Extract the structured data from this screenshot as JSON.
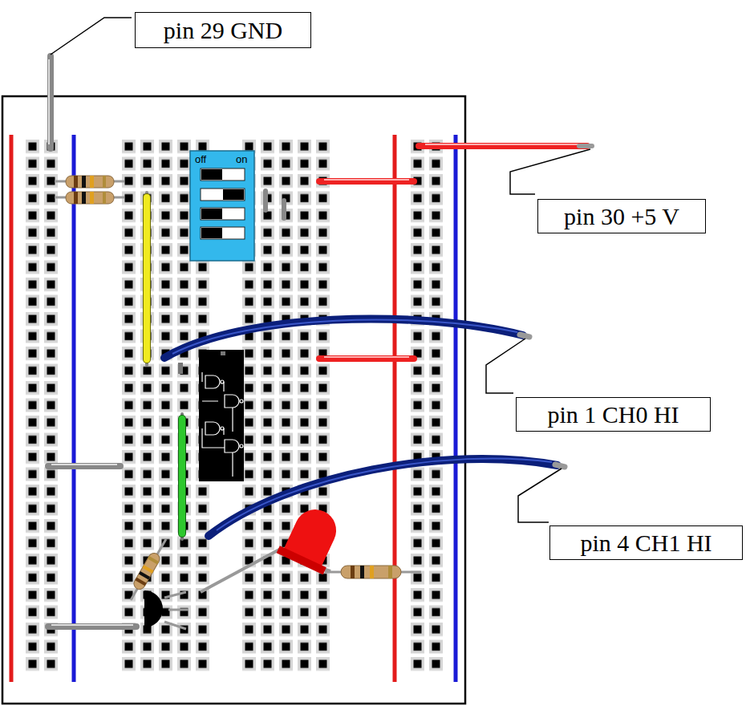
{
  "diagram": {
    "nodes": [
      {
        "text": [
          "pin 29 GND"
        ]
      },
      {
        "text": [
          "pin 30 +5 V"
        ]
      },
      {
        "text": [
          "pin 1 CH0 HI"
        ]
      },
      {
        "text": [
          "pin 4 CH1 HI"
        ]
      }
    ],
    "labels": [
      "off",
      "on"
    ]
  }
}
